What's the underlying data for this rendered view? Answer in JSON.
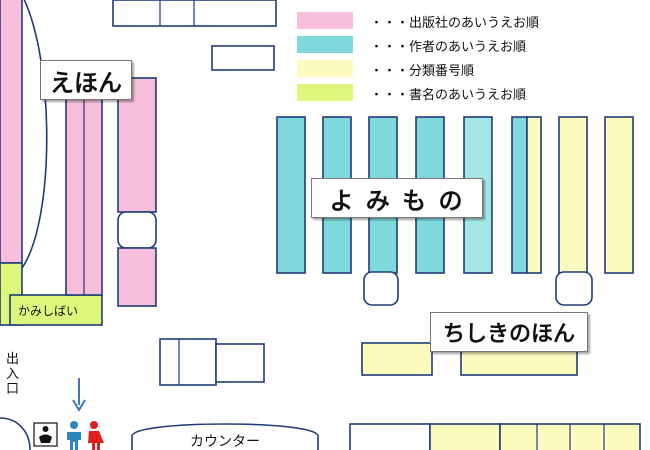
{
  "colors": {
    "publisher_pink": "#f8bfdd",
    "author_cyan": "#7fd8dc",
    "classification_yellow": "#fdfbbd",
    "title_green": "#dff67d",
    "outline_blue": "#1f3b79",
    "arrow_blue": "#4472c4",
    "person_blue": "#2e86c1",
    "person_red": "#e02020"
  },
  "legend": [
    {
      "text": "・・・出版社のあいうえお順",
      "color": "#f8bfdd"
    },
    {
      "text": "・・・作者のあいうえお順",
      "color": "#7fd8dc"
    },
    {
      "text": "・・・分類番号順",
      "color": "#fdfbbd"
    },
    {
      "text": "・・・書名のあいうえお順",
      "color": "#dff67d"
    }
  ],
  "areas": {
    "ehon": "えほん",
    "yomimono": "よ み も の",
    "chishiki": "ちしきのほん",
    "kamishibai": "かみしばい",
    "counter": "カウンター",
    "entrance": "出入口"
  },
  "icons": [
    "baby-changing-icon",
    "male-restroom-icon",
    "female-restroom-icon",
    "down-arrow-icon"
  ]
}
